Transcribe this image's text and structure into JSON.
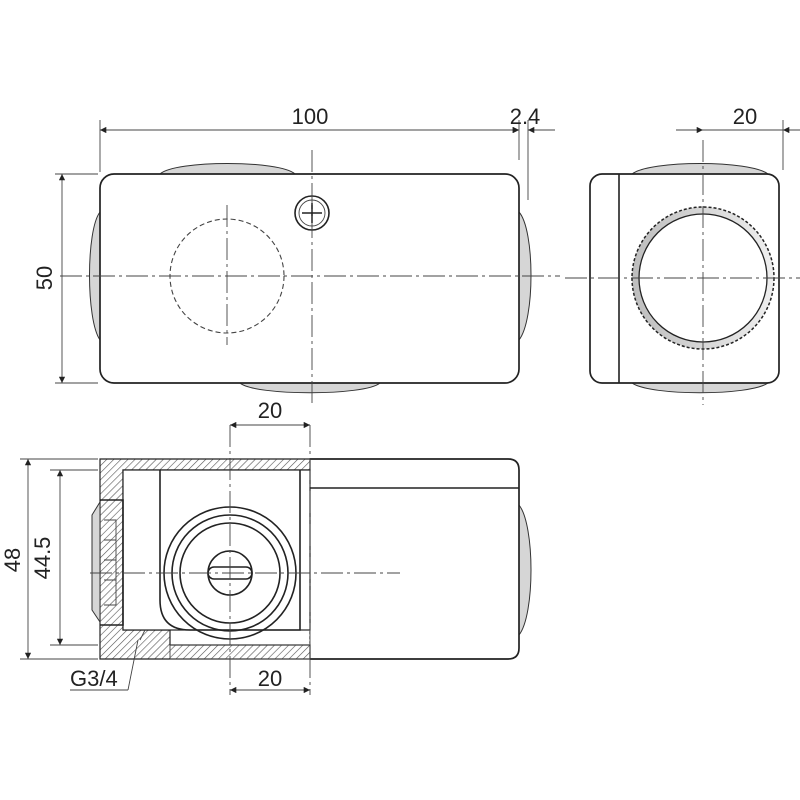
{
  "drawing": {
    "dimensions": {
      "top_length": "100",
      "top_offset": "2.4",
      "side_width": "20",
      "height_top": "50",
      "section_width_top": "20",
      "section_width_bottom": "20",
      "height_outer": "48",
      "height_inner": "44.5",
      "thread": "G3/4"
    }
  }
}
